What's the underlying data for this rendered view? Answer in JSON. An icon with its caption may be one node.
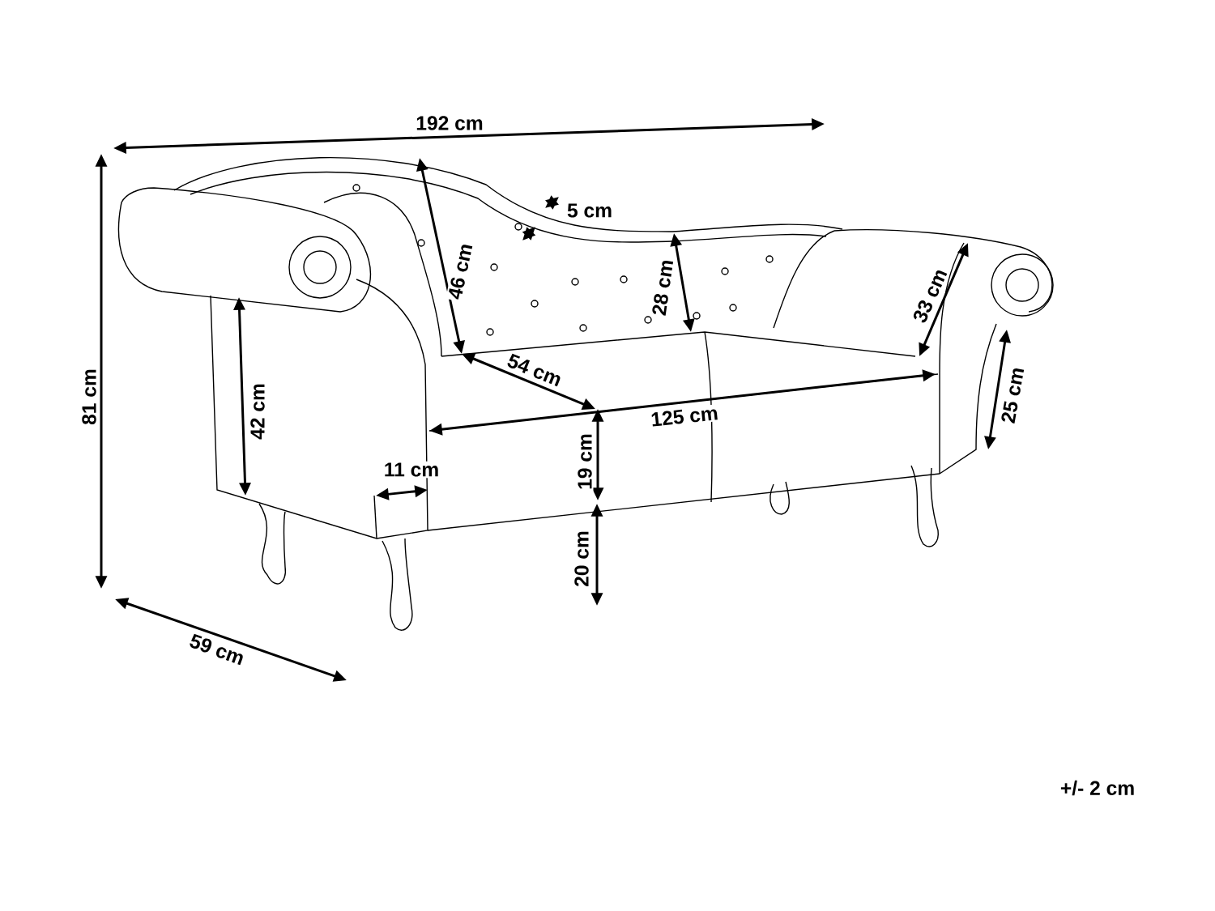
{
  "diagram": {
    "labels": [
      "192 cm",
      "5 cm",
      "46 cm",
      "28 cm",
      "33 cm",
      "54 cm",
      "125 cm",
      "81 cm",
      "42 cm",
      "25 cm",
      "19 cm",
      "11 cm",
      "20 cm",
      "59 cm",
      "+/- 2 cm"
    ]
  }
}
